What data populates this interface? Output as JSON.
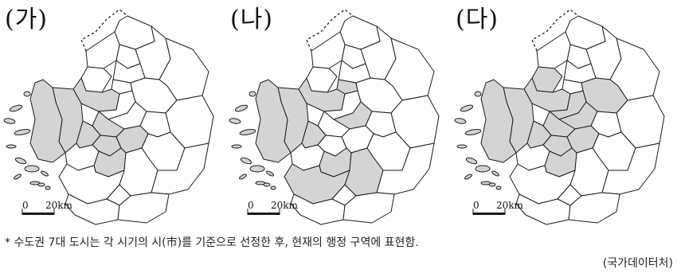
{
  "panels": [
    {
      "label": "(가)",
      "highlighted": [
        "incheon",
        "gimpo",
        "goyang",
        "bucheon",
        "seoul_s",
        "seongnam",
        "suwon",
        "anyang_s"
      ]
    },
    {
      "label": "(나)",
      "highlighted": [
        "incheon",
        "gimpo",
        "goyang",
        "seoul_e",
        "bucheon",
        "uijeongbu",
        "suwon",
        "hwaseong",
        "yongin"
      ]
    },
    {
      "label": "(다)",
      "highlighted": [
        "incheon",
        "gimpo",
        "goyang",
        "seoul",
        "bucheon",
        "seongnam",
        "suwon",
        "anyang_s",
        "namyangju",
        "paju_s"
      ]
    }
  ],
  "scale_bar": {
    "zero": "0",
    "distance": "20km"
  },
  "footnote": "* 수도권 7대 도시는 각 시기의 시(市)를 기준으로 선정한 후, 현재의 행정 구역에 표현함.",
  "source": "(국가데이터처)",
  "colors": {
    "highlight": "#d4d4d4",
    "region": "#ffffff",
    "line": "#1a1a1a"
  }
}
